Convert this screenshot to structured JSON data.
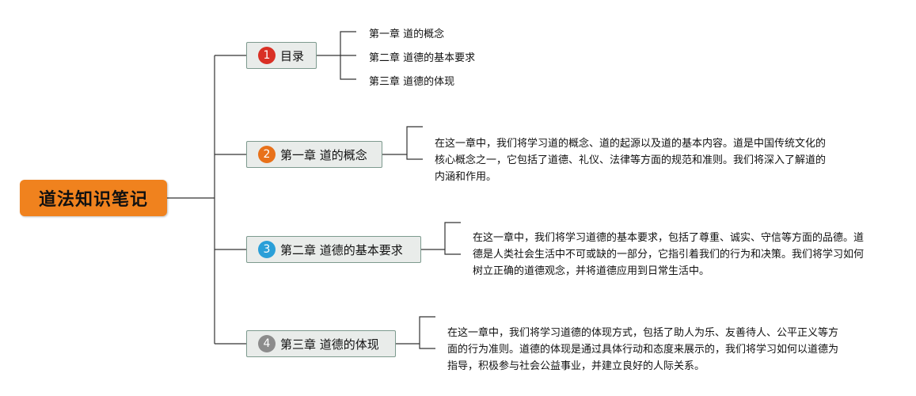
{
  "root": {
    "label": "道法知识笔记",
    "color": "#f0821e"
  },
  "branches": [
    {
      "number": "1",
      "label": "目录",
      "badge_color": "#d93025",
      "items": [
        "第一章 道的概念",
        "第二章 道德的基本要求",
        "第三章 道德的体现"
      ]
    },
    {
      "number": "2",
      "label": "第一章 道的概念",
      "badge_color": "#e8711a",
      "text": "在这一章中，我们将学习道的概念、道的起源以及道的基本内容。道是中国传统文化的核心概念之一，它包括了道德、礼仪、法律等方面的规范和准则。我们将深入了解道的内涵和作用。"
    },
    {
      "number": "3",
      "label": "第二章 道德的基本要求",
      "badge_color": "#2a9fd8",
      "text": "在这一章中，我们将学习道德的基本要求，包括了尊重、诚实、守信等方面的品德。道德是人类社会生活中不可或缺的一部分，它指引着我们的行为和决策。我们将学习如何树立正确的道德观念，并将道德应用到日常生活中。"
    },
    {
      "number": "4",
      "label": "第三章 道德的体现",
      "badge_color": "#8c8c8c",
      "text": "在这一章中，我们将学习道德的体现方式，包括了助人为乐、友善待人、公平正义等方面的行为准则。道德的体现是通过具体行动和态度来展示的，我们将学习如何以道德为指导，积极参与社会公益事业，并建立良好的人际关系。"
    }
  ]
}
